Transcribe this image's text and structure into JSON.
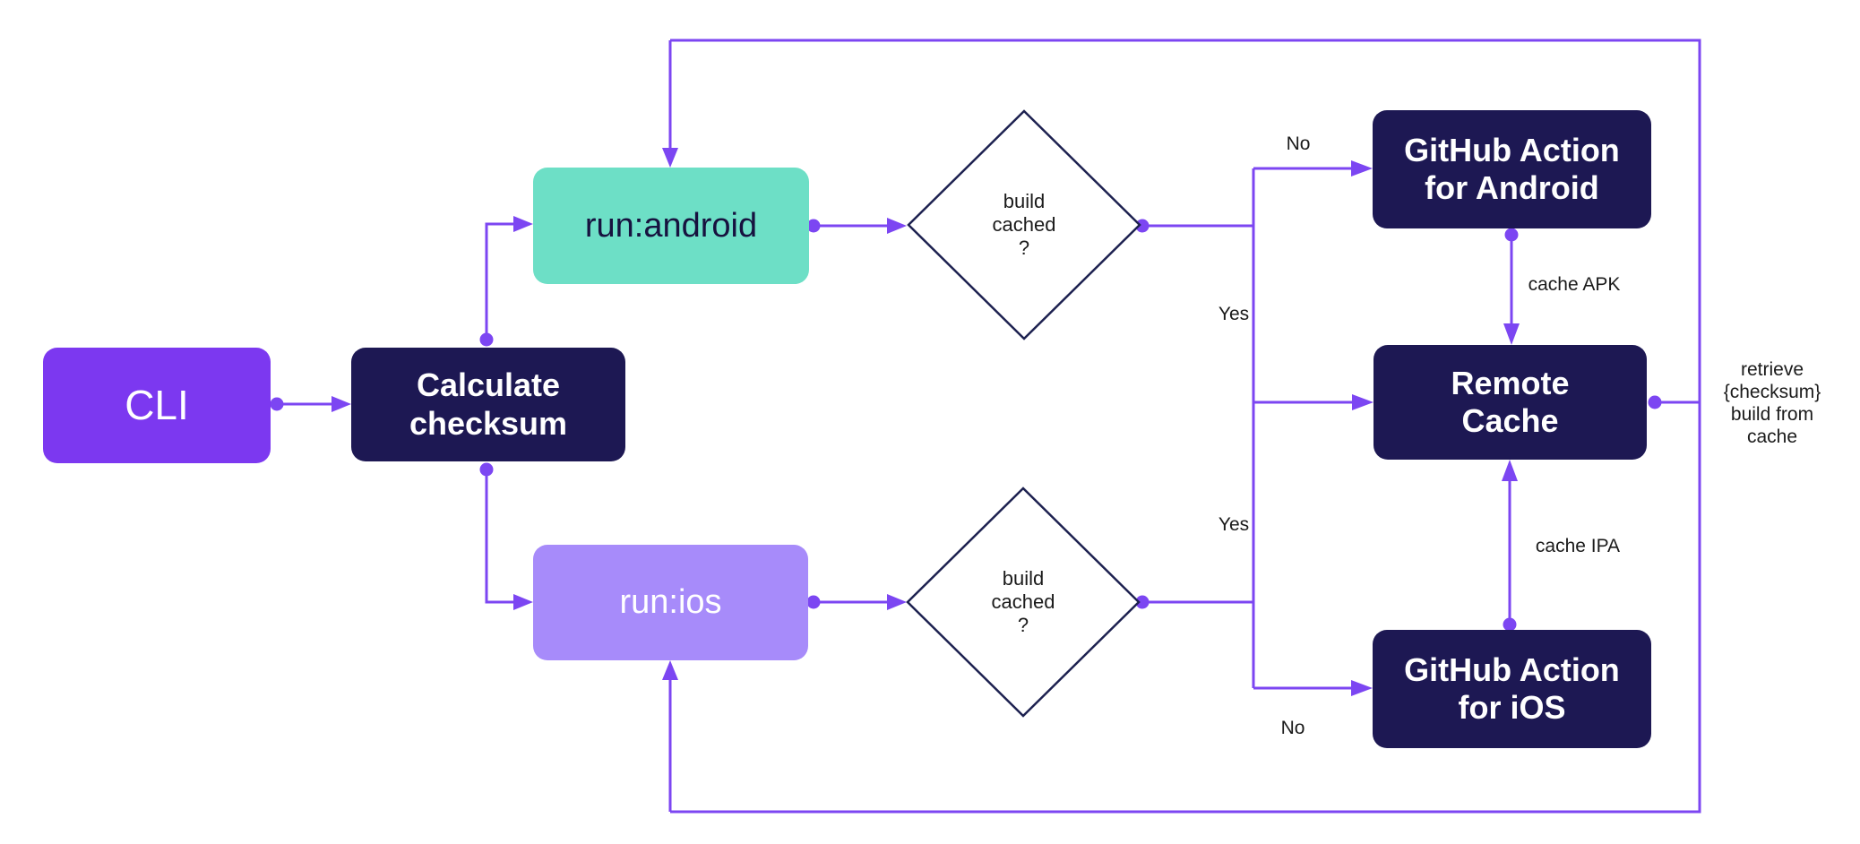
{
  "diagram": {
    "type": "flowchart",
    "nodes": {
      "cli": {
        "label": "CLI",
        "shape": "rect",
        "color_role": "purple"
      },
      "calculate_checksum": {
        "label": "Calculate\nchecksum",
        "shape": "rect",
        "color_role": "navy"
      },
      "run_android": {
        "label": "run:android",
        "shape": "rect",
        "color_role": "teal"
      },
      "run_ios": {
        "label": "run:ios",
        "shape": "rect",
        "color_role": "lavender"
      },
      "decision_android": {
        "label": "build\ncached\n?",
        "shape": "diamond"
      },
      "decision_ios": {
        "label": "build\ncached\n?",
        "shape": "diamond"
      },
      "github_action_android": {
        "label": "GitHub Action\nfor Android",
        "shape": "rect",
        "color_role": "navy"
      },
      "remote_cache": {
        "label": "Remote\nCache",
        "shape": "rect",
        "color_role": "navy"
      },
      "github_action_ios": {
        "label": "GitHub Action\nfor iOS",
        "shape": "rect",
        "color_role": "navy"
      }
    },
    "edge_labels": {
      "no_android": "No",
      "yes_android": "Yes",
      "yes_ios": "Yes",
      "no_ios": "No",
      "cache_apk": "cache APK",
      "cache_ipa": "cache IPA",
      "retrieve": "retrieve\n{checksum}\nbuild from\ncache"
    },
    "edges": [
      {
        "from": "cli",
        "to": "calculate_checksum"
      },
      {
        "from": "calculate_checksum",
        "to": "run_android"
      },
      {
        "from": "calculate_checksum",
        "to": "run_ios"
      },
      {
        "from": "run_android",
        "to": "decision_android"
      },
      {
        "from": "run_ios",
        "to": "decision_ios"
      },
      {
        "from": "decision_android",
        "to": "github_action_android",
        "label": "No"
      },
      {
        "from": "decision_android",
        "to": "remote_cache",
        "label": "Yes"
      },
      {
        "from": "decision_ios",
        "to": "remote_cache",
        "label": "Yes"
      },
      {
        "from": "decision_ios",
        "to": "github_action_ios",
        "label": "No"
      },
      {
        "from": "github_action_android",
        "to": "remote_cache",
        "label": "cache APK"
      },
      {
        "from": "github_action_ios",
        "to": "remote_cache",
        "label": "cache IPA"
      },
      {
        "from": "remote_cache",
        "to": "run_android",
        "label": "retrieve {checksum} build from cache"
      },
      {
        "from": "remote_cache",
        "to": "run_ios",
        "label": "retrieve {checksum} build from cache"
      }
    ]
  },
  "colors": {
    "background": "#FFFFFF",
    "connector": "#7C46F2",
    "node_purple": "#7C38F0",
    "node_lavender": "#A78BFA",
    "node_teal": "#6DDFC6",
    "node_navy": "#1D1853",
    "diamond_border": "#1D2150",
    "text_light": "#FFFFFF",
    "text_dark": "#17123F",
    "label_text": "#1B1B1B"
  }
}
